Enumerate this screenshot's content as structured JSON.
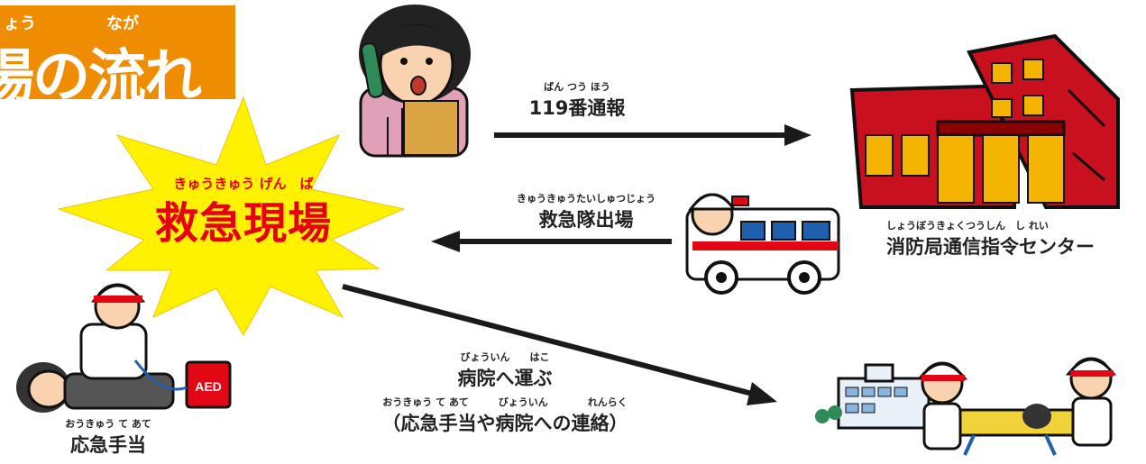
{
  "title": {
    "ruby_left": "ょう",
    "ruby_right": "なが",
    "text": "場の流れ",
    "color": "#f08c00"
  },
  "center": {
    "ruby": "きゅうきゅう げん　ば",
    "label": "救急現場",
    "burst_color": "#fff200",
    "text_color": "#e60012"
  },
  "edges": {
    "call": {
      "ruby": "ばん つう ほう",
      "label": "119番通報"
    },
    "dispatch": {
      "ruby": "きゅうきゅうたいしゅつじょう",
      "label": "救急隊出場"
    },
    "transport": {
      "ruby1": "びょういん　　はこ",
      "label1": "病院へ運ぶ",
      "ruby2": "おうきゅう て あて　　　びょういん　　　　れんらく",
      "label2": "（応急手当や病院への連絡）"
    }
  },
  "nodes": {
    "center_ops": {
      "ruby": "しょうぼうきょくつうしん　し れい",
      "label": "消防局通信指令センター"
    },
    "first_aid": {
      "ruby": "おうきゅう て あて",
      "label": "応急手当",
      "aed": "AED"
    }
  },
  "icons": [
    "caller-woman-phone-icon",
    "fire-station-building-icon",
    "ambulance-icon",
    "first-aid-aed-icon",
    "hospital-stretcher-icon"
  ]
}
